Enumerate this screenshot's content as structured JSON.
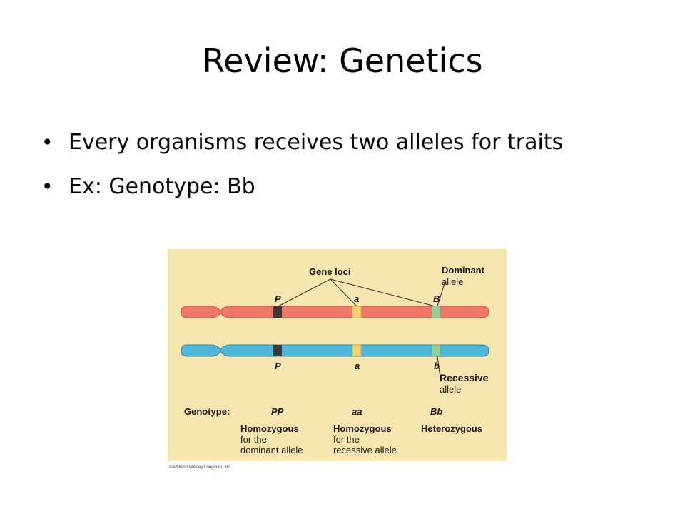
{
  "slide": {
    "title": "Review: Genetics",
    "bullets": [
      "Every organisms receives two alleles for traits",
      "Ex: Genotype: Bb"
    ]
  },
  "figure": {
    "gene_loci_label": "Gene loci",
    "dominant_label_line1": "Dominant",
    "dominant_label_line2": "allele",
    "recessive_label_line1": "Recessive",
    "recessive_label_line2": "allele",
    "top_loci": [
      "P",
      "a",
      "B"
    ],
    "bottom_loci": [
      "P",
      "a",
      "b"
    ],
    "genotype_label": "Genotype:",
    "genotypes": [
      "PP",
      "aa",
      "Bb"
    ],
    "descriptions": [
      {
        "line1": "Homozygous",
        "line2": "for the",
        "line3": "dominant allele"
      },
      {
        "line1": "Homozygous",
        "line2": "for the",
        "line3": "recessive allele"
      },
      {
        "line1": "Heterozygous",
        "line2": "",
        "line3": ""
      }
    ],
    "credit": "©Addison Wesley Longman, Inc.",
    "colors": {
      "background": "#f7e5b0",
      "top_chromosome": "#f07866",
      "bottom_chromosome": "#4fb8d8",
      "locus_dark": "#3a3a3a",
      "locus_yellow": "#f3d36a",
      "locus_green": "#8fcf9a"
    }
  }
}
